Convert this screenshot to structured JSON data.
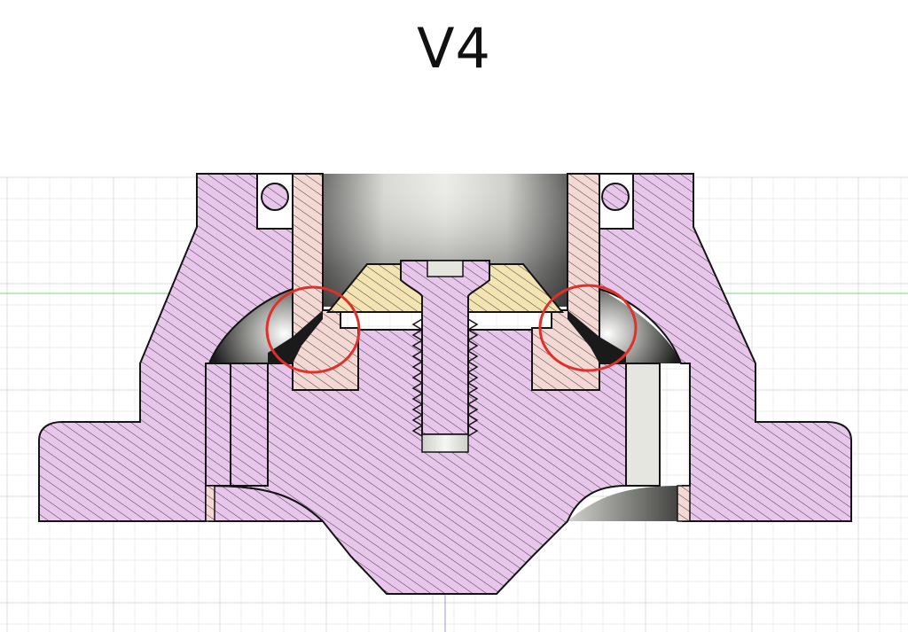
{
  "title": "V4",
  "colors": {
    "background": "#ffffff",
    "grid_minor": "#ececec",
    "grid_major": "#dcdcdc",
    "axis_green": "#7ed37e",
    "axis_blue": "#9999dd",
    "body_purple": "#e8c6ec",
    "liner_pink": "#f4d8d4",
    "cap_yellow": "#f3e4b2",
    "hatch": "#3c3c3c",
    "outline": "#141414",
    "cavity_light": "#e4e4e0",
    "cavity_dark": "#3a3a3a",
    "highlight_circle": "#e0302a"
  },
  "annotations": [
    {
      "name": "left-circle",
      "color": "#e0302a"
    },
    {
      "name": "right-circle",
      "color": "#e0302a"
    }
  ]
}
